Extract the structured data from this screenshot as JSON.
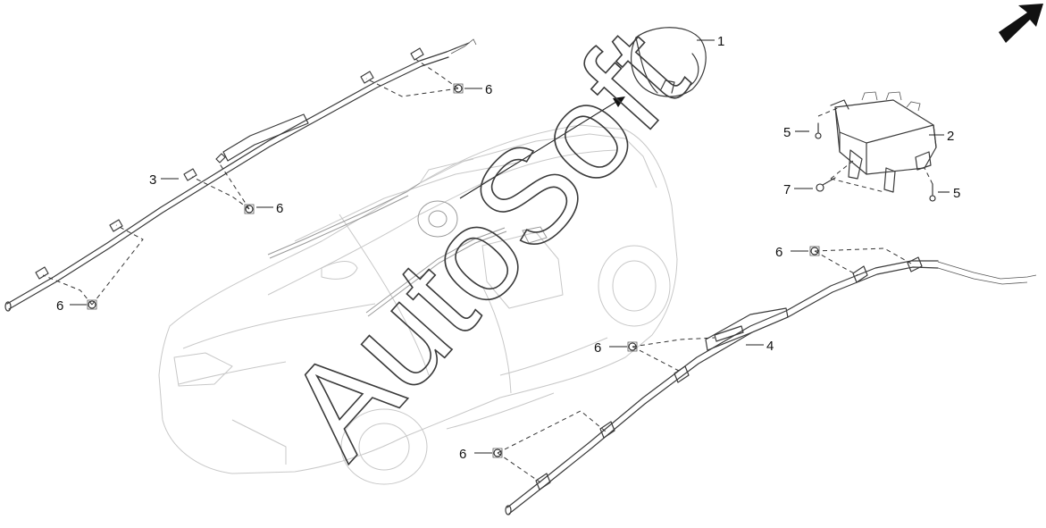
{
  "callouts": {
    "c1": "1",
    "c2": "2",
    "c3": "3",
    "c4": "4",
    "c5a": "5",
    "c5b": "5",
    "c6a": "6",
    "c6b": "6",
    "c6c": "6",
    "c6d": "6",
    "c6e": "6",
    "c7": "7"
  },
  "watermark": "AutoSoft",
  "colors": {
    "line": "#3a3a3a",
    "vehicle_outline": "#c8c8c8",
    "front_arrow": "#111111"
  },
  "icons": {
    "front_direction": "front-arrow-icon"
  }
}
